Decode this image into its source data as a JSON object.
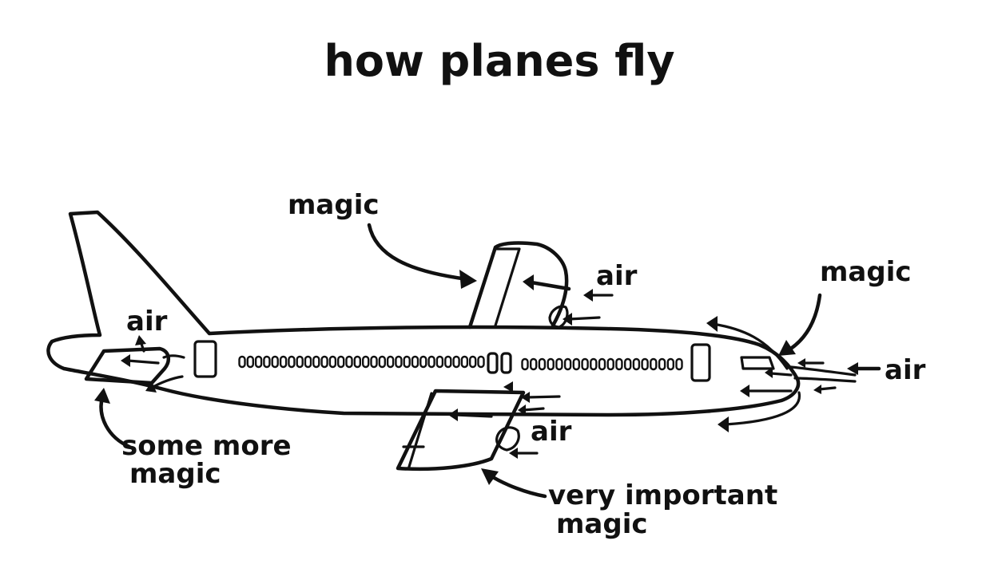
{
  "title": "how planes fly",
  "labels": {
    "magic_wing": "magic",
    "magic_nose": "magic",
    "air_wing": "air",
    "air_tail": "air",
    "air_nose": "air",
    "air_lower_wing": "air",
    "some_more_magic_1": "some more",
    "some_more_magic_2": "magic",
    "very_important_magic_1": "very important",
    "very_important_magic_2": "magic"
  },
  "colors": {
    "ink": "#111111",
    "paper": "#ffffff"
  }
}
